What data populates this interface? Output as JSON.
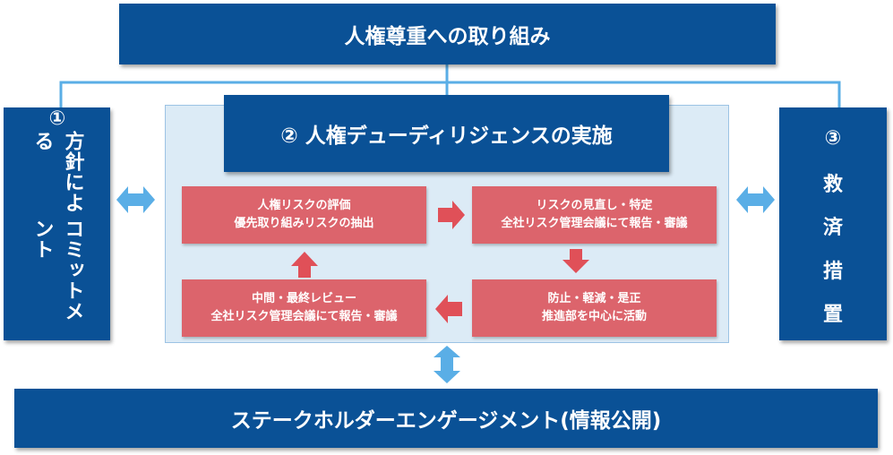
{
  "top_title": "人権尊重への取り組み",
  "commitment": {
    "number": "①",
    "line1": "方針による",
    "line2": "コミットメント"
  },
  "due_diligence": {
    "title": "②  人権デューディリジェンスの実施",
    "steps": {
      "assess": [
        "人権リスクの評価",
        "優先取り組みリスクの抽出"
      ],
      "review": [
        "リスクの見直し・特定",
        "全社リスク管理会議にて報告・審議"
      ],
      "prevent": [
        "防止・軽減・是正",
        "推進部を中心に活動"
      ],
      "final_review": [
        "中間・最終レビュー",
        "全社リスク管理会議にて報告・審議"
      ]
    }
  },
  "remedy": {
    "number": "③",
    "chars": [
      "救",
      "済",
      "措",
      "置"
    ]
  },
  "stakeholder": "ステークホルダーエンゲージメント(情報公開)",
  "colors": {
    "navy": "#0a5196",
    "panel": "#dcebf6",
    "pink": "#dc646c",
    "arrow_red": "#e05058",
    "arrow_blue": "#5aaee6",
    "connector": "#5aaee6"
  }
}
